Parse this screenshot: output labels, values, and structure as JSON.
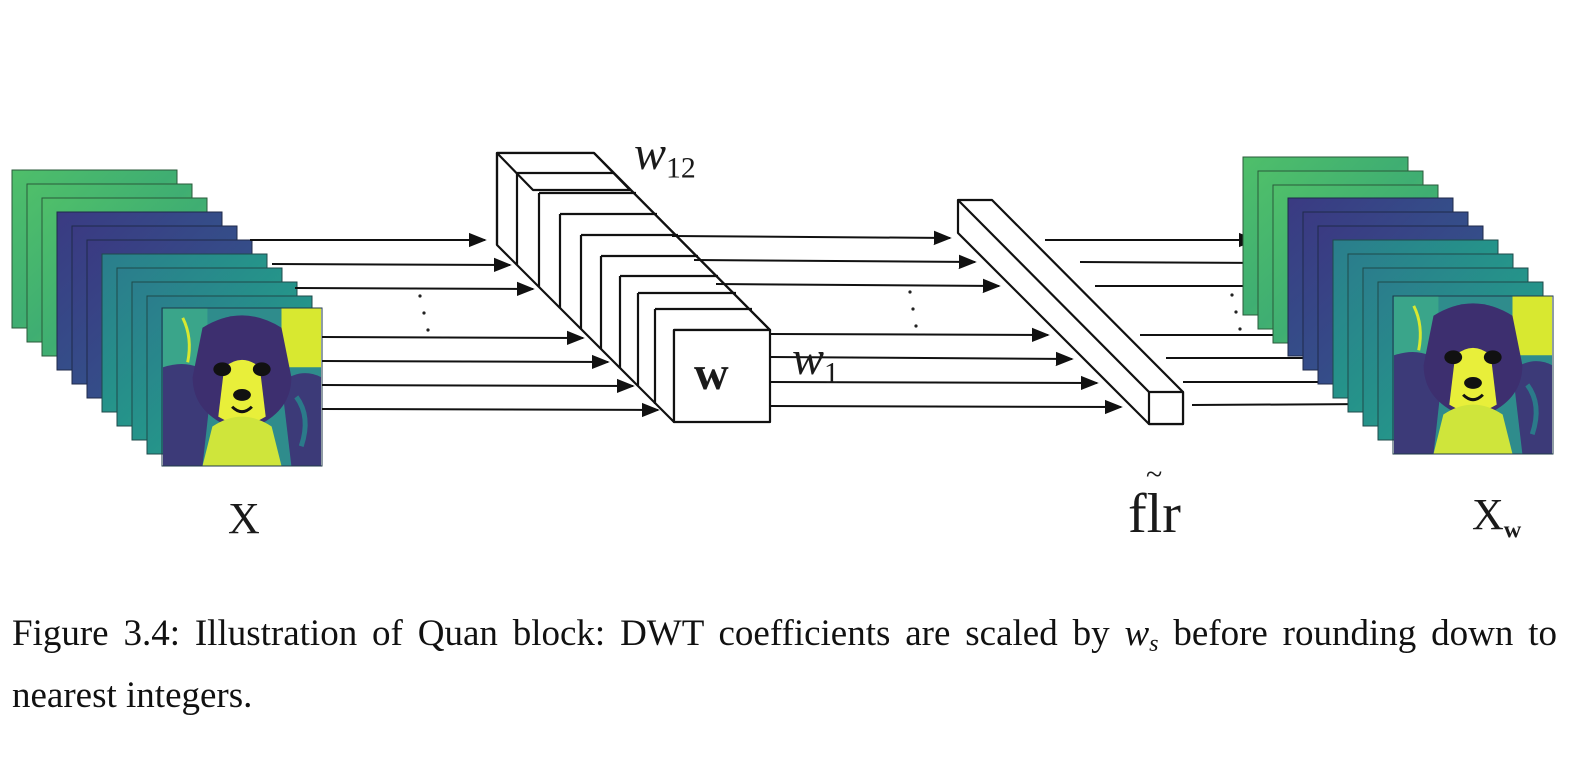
{
  "figure": {
    "input_label": "X",
    "output_label_base": "X",
    "output_label_sub": "w",
    "weight_block_label": "w",
    "weight_top_label_base": "w",
    "weight_top_label_sub": "12",
    "weight_bottom_label_base": "w",
    "weight_bottom_label_sub": "1",
    "floor_label": "flr",
    "floor_accent": "~"
  },
  "caption": {
    "prefix": "Figure 3.4: Illustration of Quan block: DWT coefficients are scaled by ",
    "math_base": "w",
    "math_sub": "s",
    "suffix": " before rounding down to nearest integers."
  },
  "colors": {
    "viridis_dark": "#3b2a6e",
    "viridis_teal": "#2a8c8c",
    "viridis_green": "#5fc46a",
    "viridis_yellow": "#d8e830",
    "line": "#111111"
  }
}
